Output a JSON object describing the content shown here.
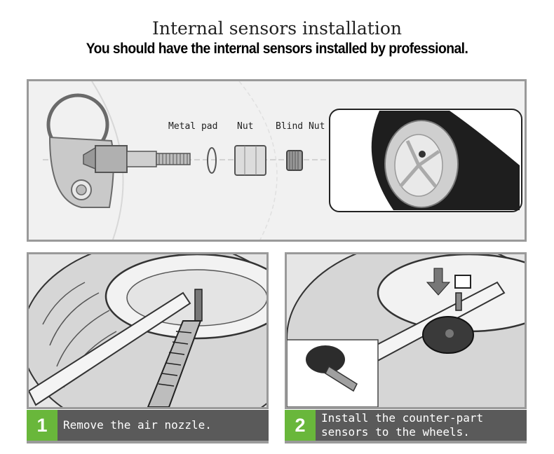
{
  "header": {
    "title": "Internal sensors installation",
    "subtitle": "You should have the internal sensors installed by professional."
  },
  "parts": {
    "metal_pad": "Metal pad",
    "nut": "Nut",
    "blind_nut": "Blind Nut"
  },
  "steps": [
    {
      "number": "1",
      "text": "Remove the air nozzle."
    },
    {
      "number": "2",
      "text": "Install the counter-part sensors to the wheels."
    }
  ]
}
